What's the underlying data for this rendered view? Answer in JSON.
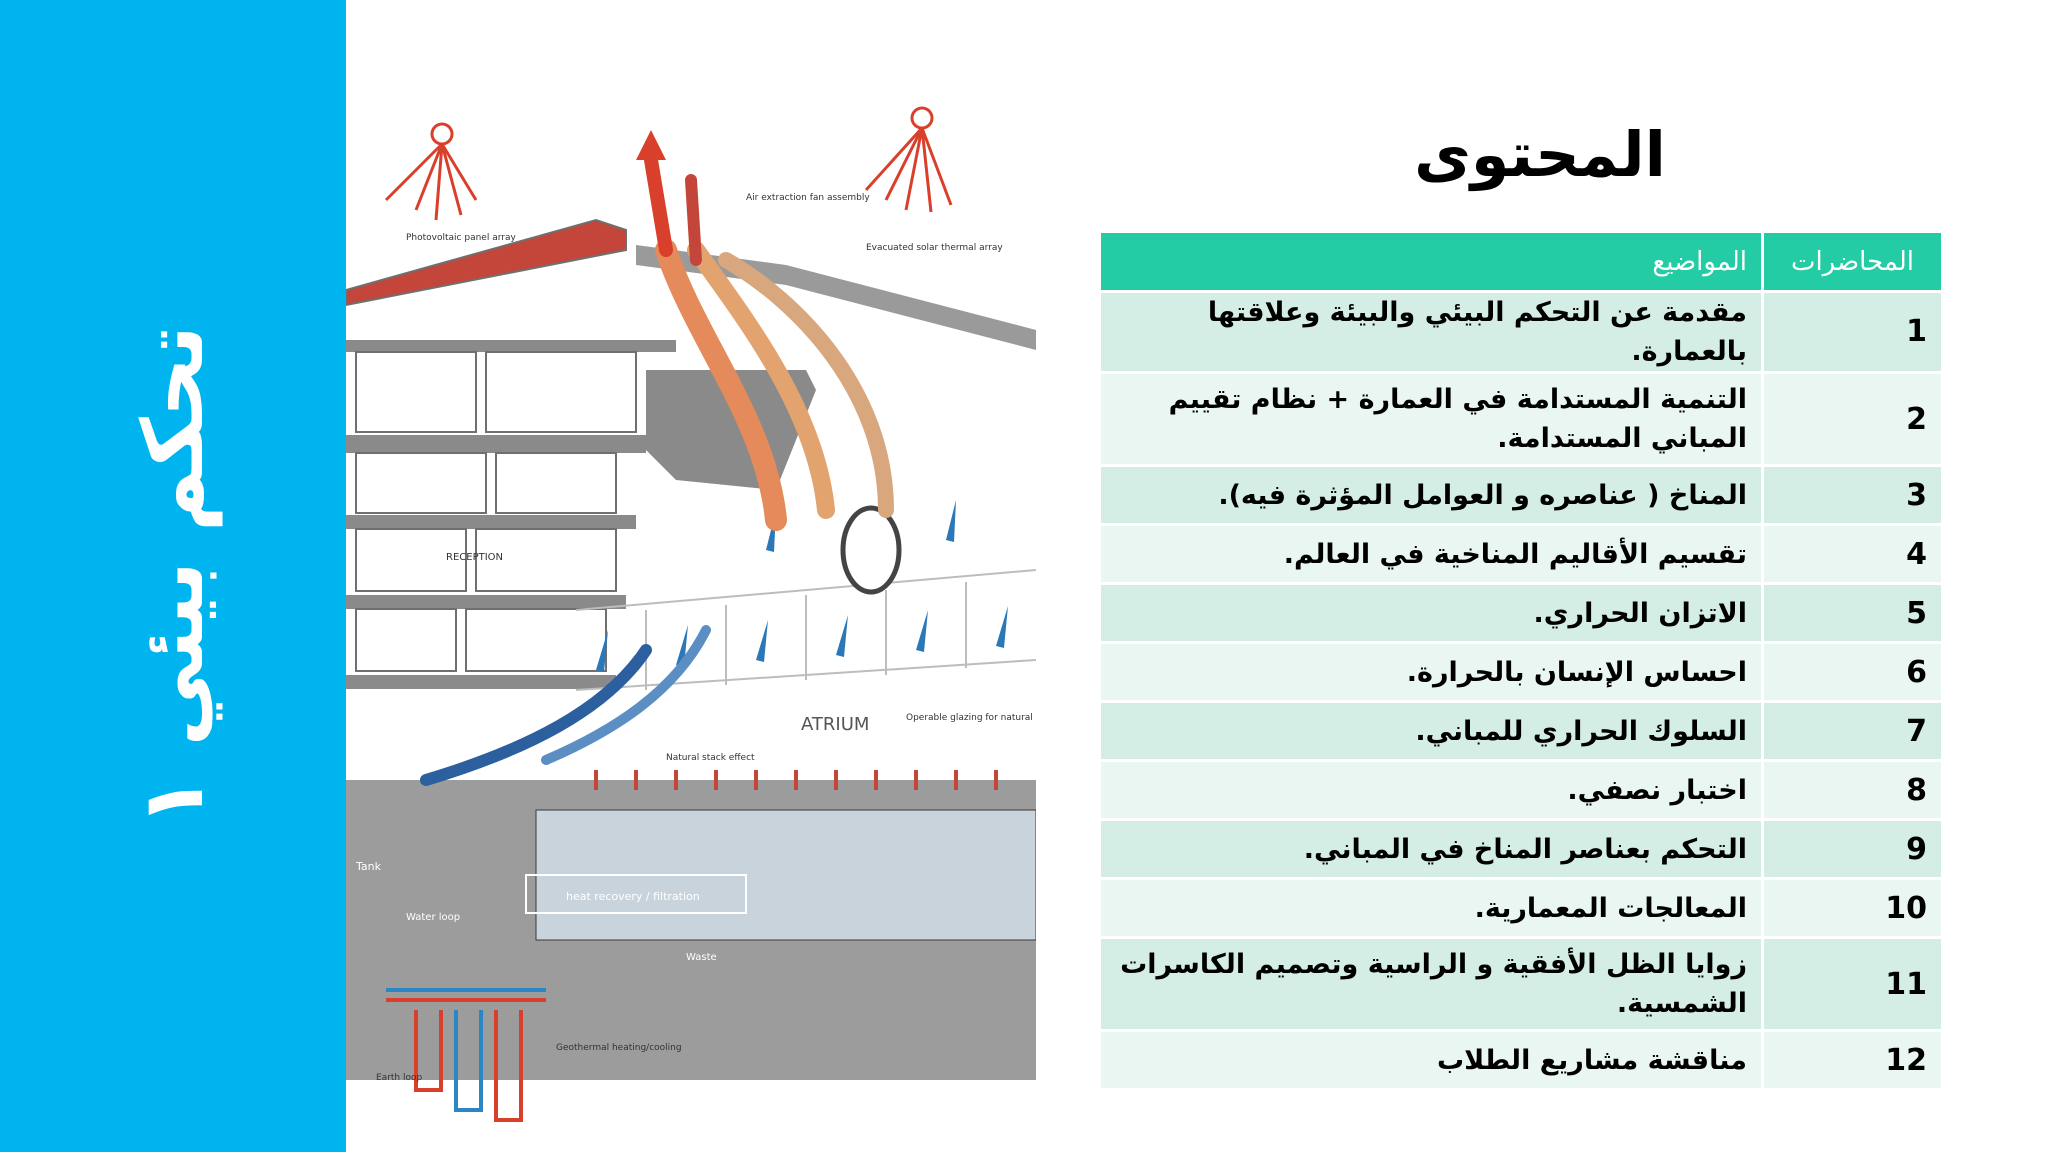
{
  "sidebar": {
    "title": "تحكم بيئي ١"
  },
  "slide": {
    "title": "المحتوى"
  },
  "table": {
    "headers": {
      "lecture": "المحاضرات",
      "topics": "المواضيع"
    },
    "rows": [
      {
        "num": "1",
        "topic": "مقدمة عن التحكم البيئي والبيئة وعلاقتها بالعمارة."
      },
      {
        "num": "2",
        "topic": "التنمية المستدامة في العمارة + نظام تقييم المباني المستدامة."
      },
      {
        "num": "3",
        "topic": "المناخ ( عناصره و العوامل المؤثرة فيه)."
      },
      {
        "num": "4",
        "topic": "تقسيم الأقاليم المناخية في العالم."
      },
      {
        "num": "5",
        "topic": "الاتزان الحراري."
      },
      {
        "num": "6",
        "topic": "احساس الإنسان بالحرارة."
      },
      {
        "num": "7",
        "topic": "السلوك الحراري للمباني."
      },
      {
        "num": "8",
        "topic": "اختبار نصفي."
      },
      {
        "num": "9",
        "topic": "التحكم بعناصر المناخ في المباني."
      },
      {
        "num": "10",
        "topic": "المعالجات المعمارية."
      },
      {
        "num": "11",
        "topic": "زوايا الظل الأفقية و الراسية وتصميم الكاسرات الشمسية."
      },
      {
        "num": "12",
        "topic": "مناقشة مشاريع الطلاب"
      }
    ]
  },
  "diagram": {
    "labels": {
      "photovoltaic": "Photovoltaic panel array",
      "air_extraction": "Air extraction fan assembly",
      "evacuated_solar": "Evacuated solar thermal array",
      "reception": "RECEPTION",
      "atrium": "ATRIUM",
      "operable_glazing": "Operable glazing for natural ventilation",
      "natural_stack": "Natural stack effect",
      "heat_recovery": "heat recovery / filtration",
      "water_loop": "Water loop",
      "tank": "Tank",
      "waste": "Waste",
      "earth_loop": "Earth loop",
      "geothermal": "Geothermal heating/cooling"
    },
    "colors": {
      "structure": "#8a8a8a",
      "warm_arrow": "#d9402b",
      "cool_arrow": "#2b5f9e",
      "glass": "#2a78b8",
      "water": "#c9d3dc"
    }
  }
}
